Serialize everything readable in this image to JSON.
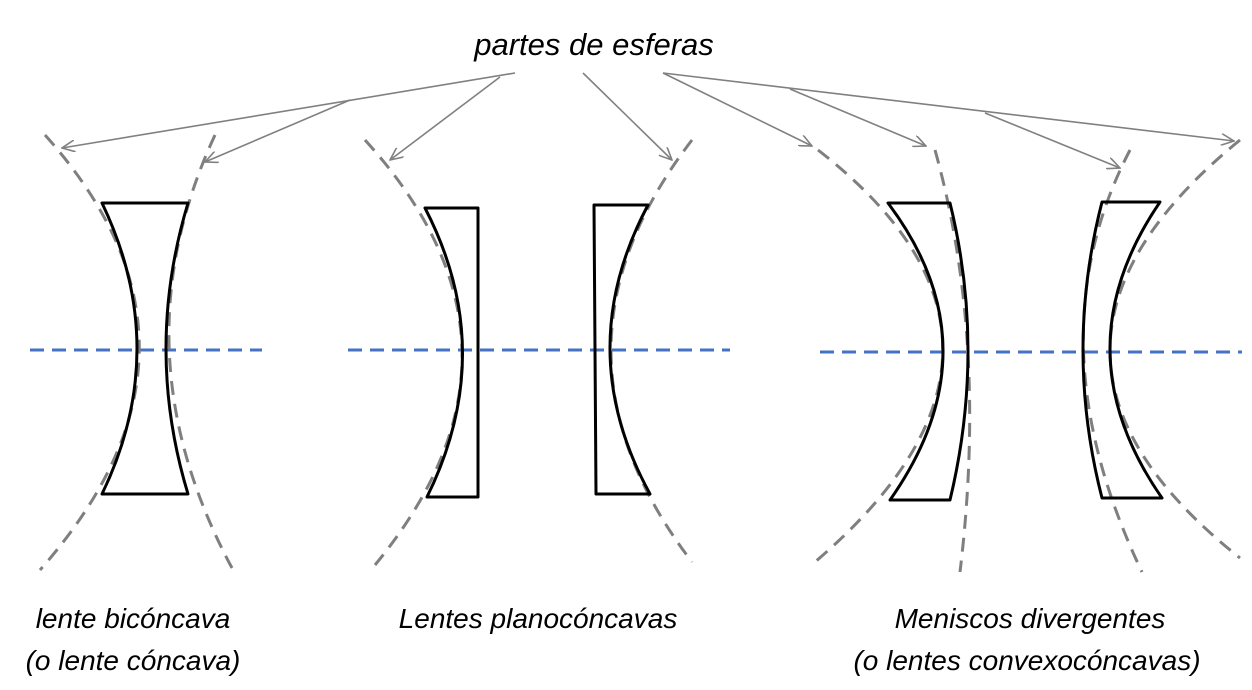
{
  "title": "partes de esferas",
  "labels": {
    "biconcave_line1": "lente bicóncava",
    "biconcave_line2": "(o lente cóncava)",
    "planoconcave": "Lentes planocóncavas",
    "meniscus_line1": "Meniscos divergentes",
    "meniscus_line2": "(o lentes convexocóncavas)"
  },
  "colors": {
    "axis": "#4472c4",
    "sphere_arcs": "#7f7f7f",
    "lens": "#000000",
    "arrows": "#808080"
  }
}
